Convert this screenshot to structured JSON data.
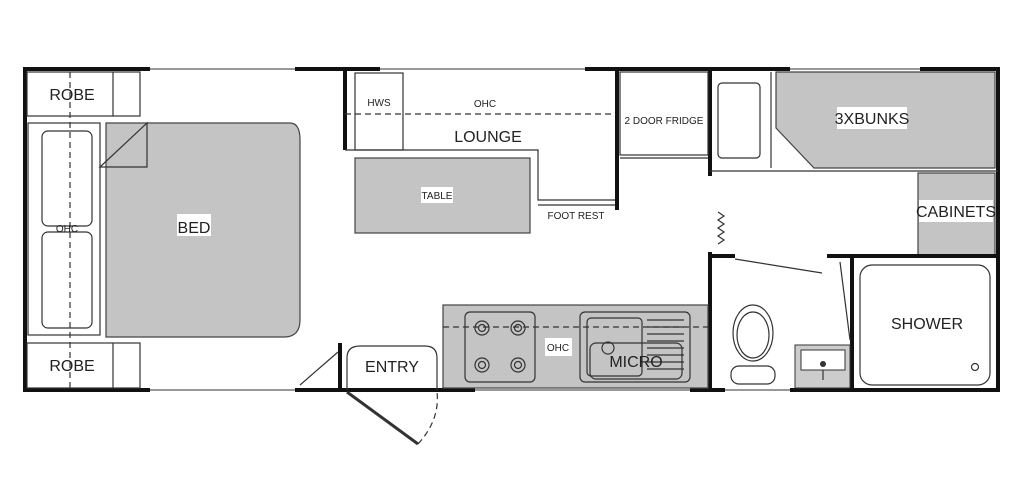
{
  "labels": {
    "robe_top": "ROBE",
    "robe_bottom": "ROBE",
    "bed": "BED",
    "bed_ohc": "OHC",
    "hws": "HWS",
    "lounge_ohc": "OHC",
    "lounge": "LOUNGE",
    "table": "TABLE",
    "foot_rest": "FOOT REST",
    "fridge": "2 DOOR FRIDGE",
    "bunks": "3XBUNKS",
    "cabinets": "CABINETS",
    "shower": "SHOWER",
    "entry": "ENTRY",
    "kitchen_ohc": "OHC",
    "micro": "MICRO"
  },
  "colors": {
    "fill": "#c4c4c4",
    "wall": "#111111"
  }
}
